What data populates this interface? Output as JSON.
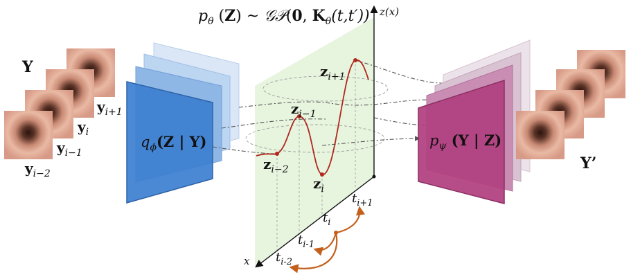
{
  "title": "p_θ (Z) ~ 𝒢𝒫(0, K_θ(t,t′))",
  "title_parts": {
    "p": "p",
    "sub": "θ",
    "rest_a": " (",
    "Z": "Z",
    "rest_b": ") ~ ",
    "gp": "𝒢𝒫",
    "open": "(",
    "zero": "0",
    "comma": ", ",
    "K": "K",
    "ksub": "θ",
    "args": "(t,t′))"
  },
  "z_axis_label": "z(x)",
  "x_axis_label": "x",
  "input_set_label": "Y",
  "output_set_label": "Y’",
  "input_frames": [
    {
      "base": "y",
      "sub": "i+1"
    },
    {
      "base": "y",
      "sub": "i"
    },
    {
      "base": "y",
      "sub": "i−1"
    },
    {
      "base": "y",
      "sub": "i−2"
    }
  ],
  "encoder_label": {
    "q": "q",
    "sub": "ϕ",
    "rest": "(Z | Y)"
  },
  "decoder_label": {
    "p": "p",
    "sub": "ψ",
    "rest": " (Y | Z)"
  },
  "latent_points": [
    {
      "base": "z",
      "sub": "i−2"
    },
    {
      "base": "z",
      "sub": "i−1"
    },
    {
      "base": "z",
      "sub": "i"
    },
    {
      "base": "z",
      "sub": "i+1"
    }
  ],
  "time_labels": [
    "t_i-2",
    "t_i-1",
    "t_i",
    "t_i+1"
  ],
  "time_label_parts": [
    {
      "base": "t",
      "sub": "i-2"
    },
    {
      "base": "t",
      "sub": "i-1"
    },
    {
      "base": "t",
      "sub": "i"
    },
    {
      "base": "t",
      "sub": "i+1"
    }
  ],
  "colors": {
    "encoder": "#3d7fd0",
    "encoder_light": "#a9c9ee",
    "decoder": "#b0407f",
    "decoder_light": "#d4b2c9",
    "plane": "#e4f3da",
    "curve": "#b0281e",
    "arrows": "#c45f1c"
  },
  "icons": [
    "colonoscopy-frame-image"
  ]
}
